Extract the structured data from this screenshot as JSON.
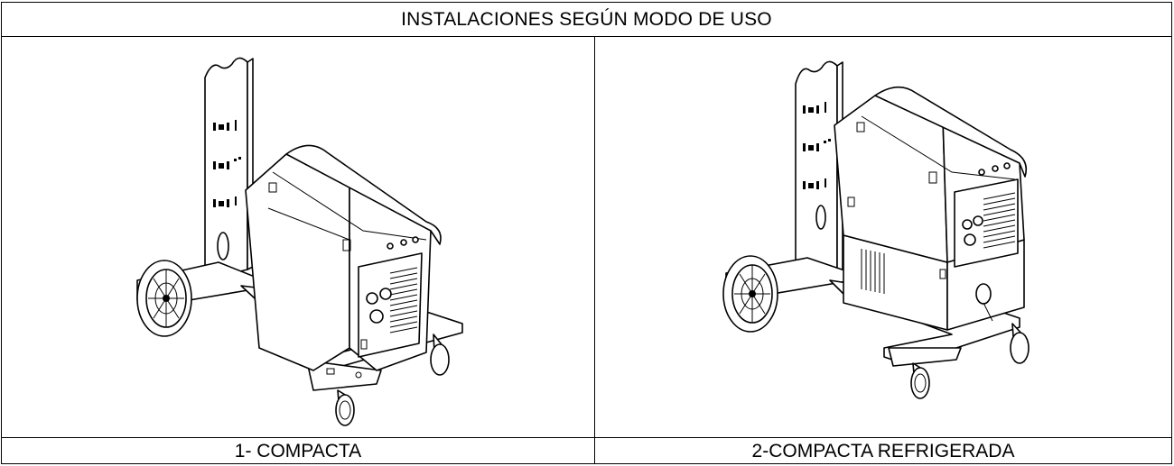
{
  "table": {
    "header": "INSTALACIONES SEGÚN MODO DE USO",
    "columns": [
      {
        "caption": "1- COMPACTA",
        "illustration_icon": "welding-machine-on-cart-icon"
      },
      {
        "caption": "2-COMPACTA REFRIGERADA",
        "illustration_icon": "welding-machine-with-cooler-on-cart-icon"
      }
    ]
  }
}
